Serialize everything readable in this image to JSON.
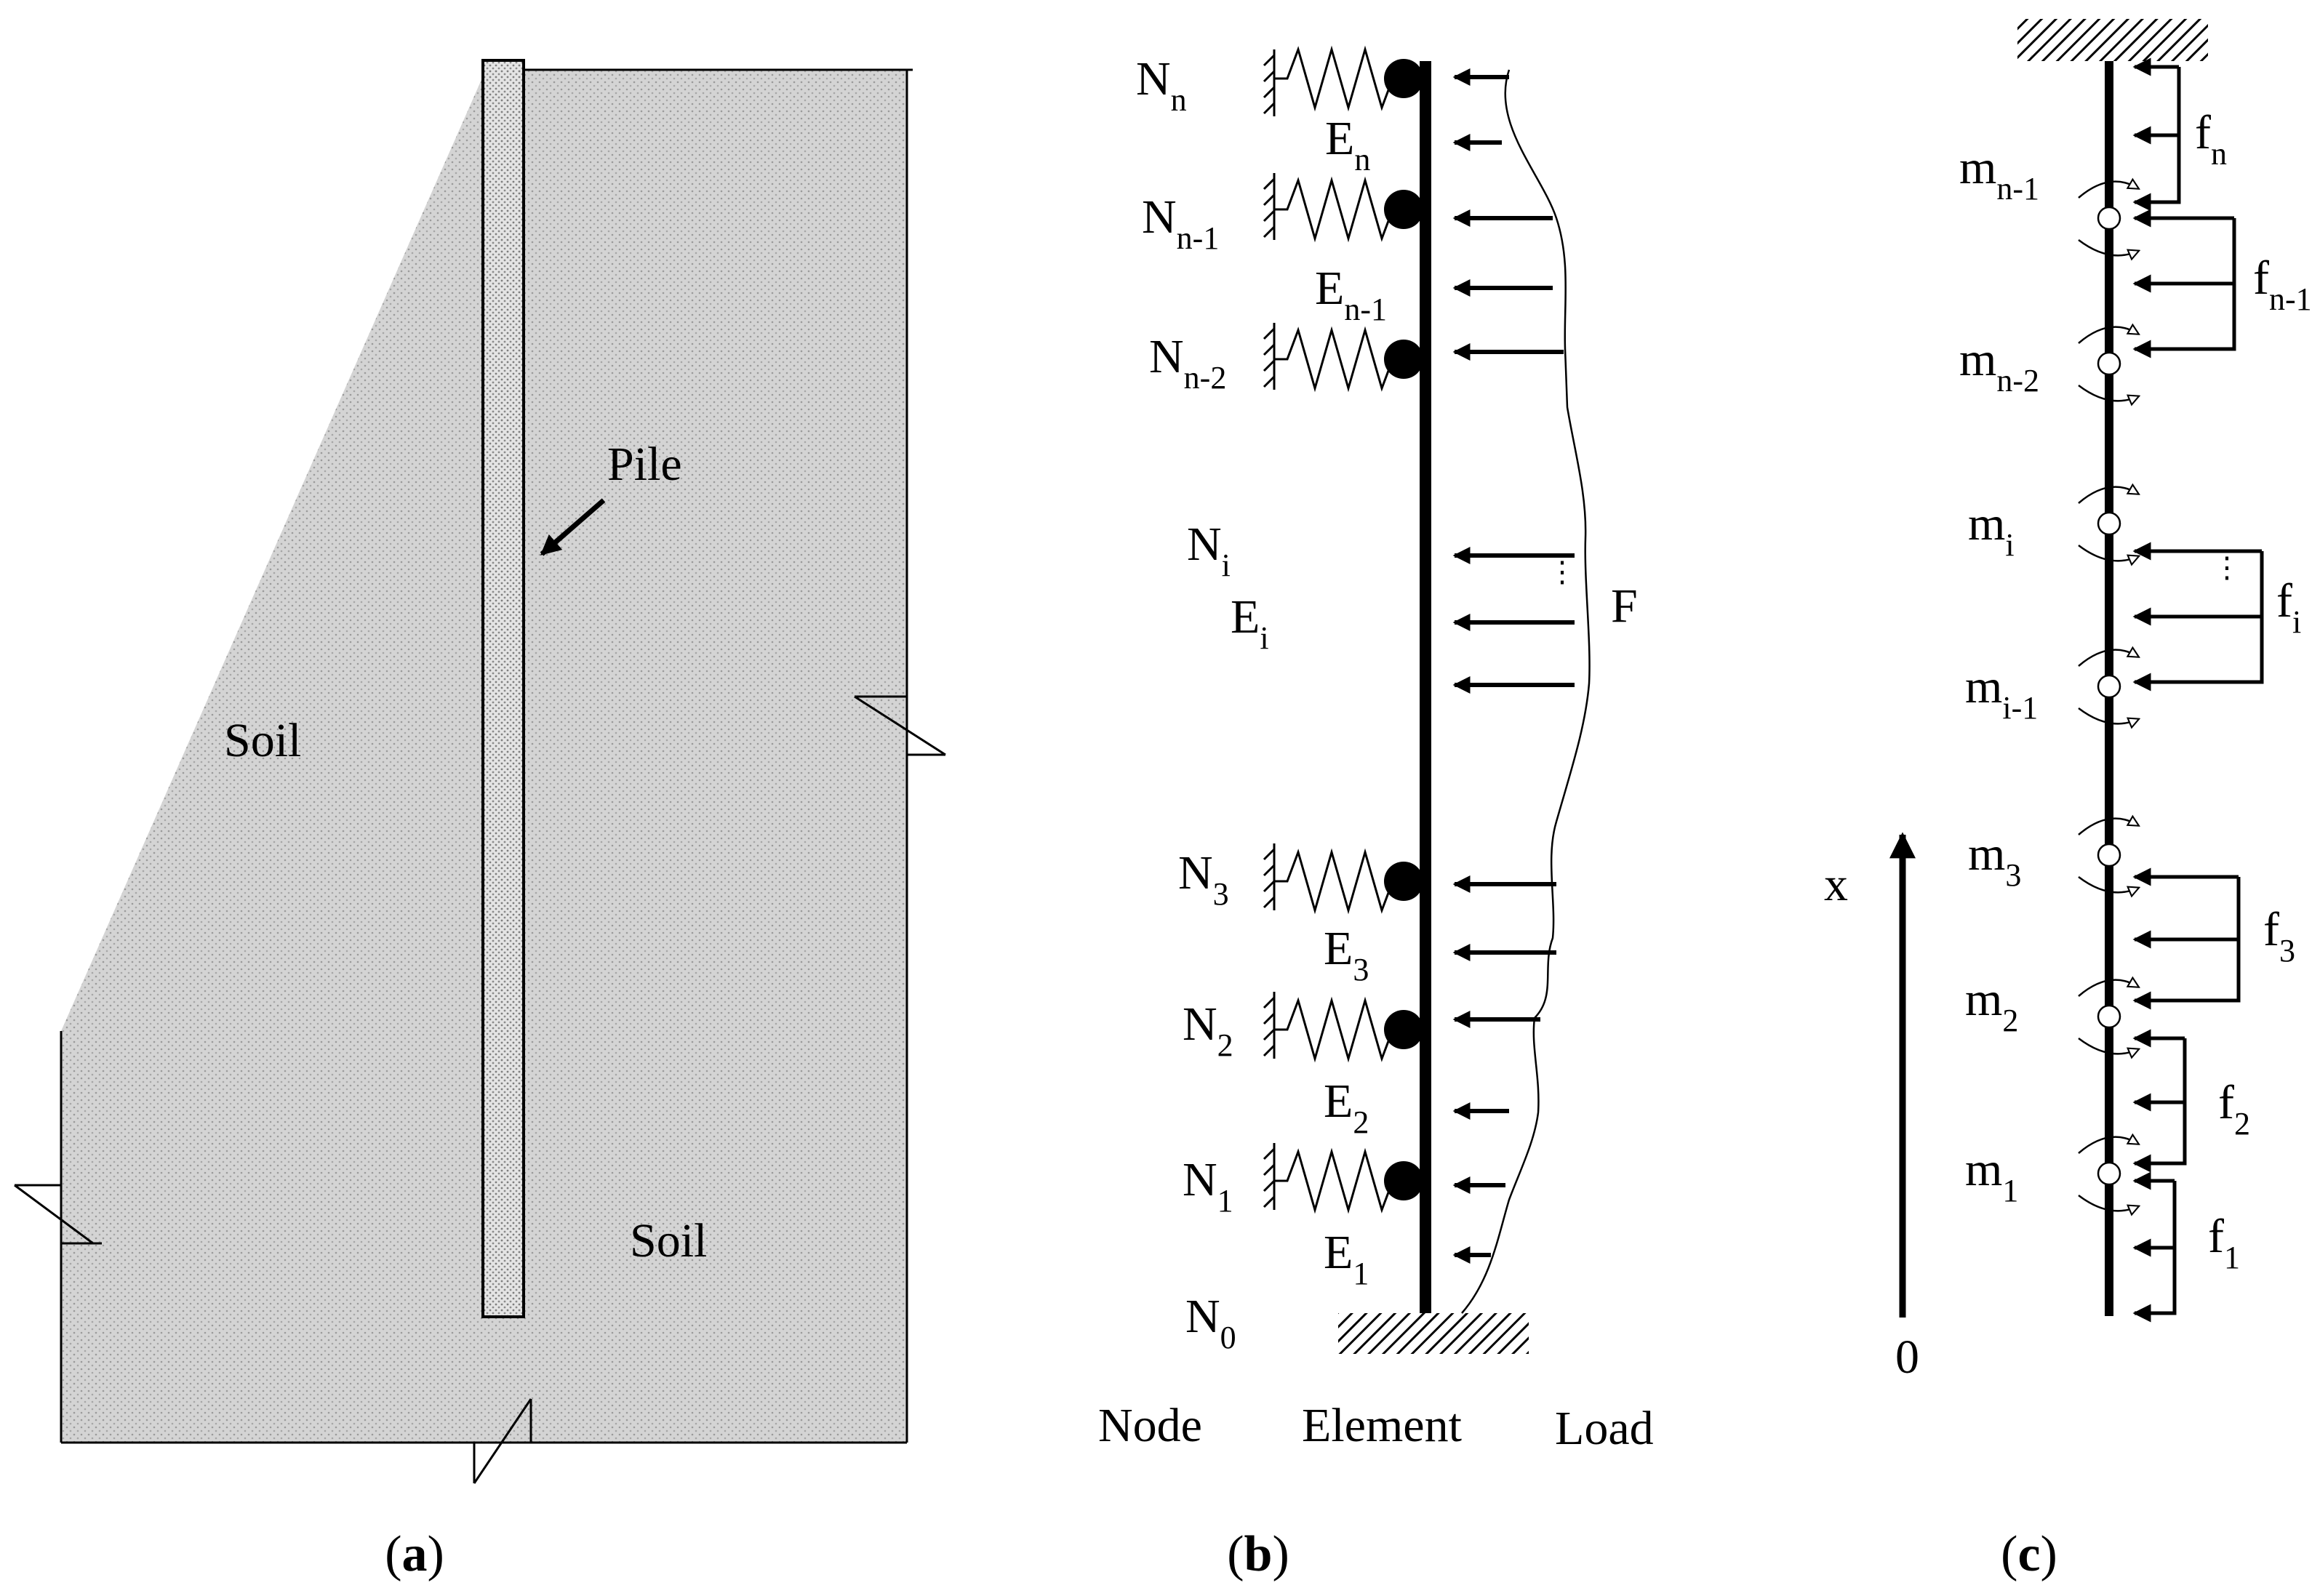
{
  "colors": {
    "ink": "#000000",
    "soil": "#d4d4d4",
    "pile": "#dcdcdc",
    "moment_arrow": "#ffffff",
    "node_circle": "#ffffff"
  },
  "panel_a": {
    "caption": {
      "open": "(",
      "letter": "a",
      "close": ")"
    },
    "pile_label": "Pile",
    "soil_label_left": "Soil",
    "soil_label_right": "Soil"
  },
  "panel_b": {
    "caption": {
      "open": "(",
      "letter": "b",
      "close": ")"
    },
    "nodes": [
      {
        "base": "N",
        "sub": "n"
      },
      {
        "base": "N",
        "sub": "n-1"
      },
      {
        "base": "N",
        "sub": "n-2"
      },
      {
        "base": "N",
        "sub": "i"
      },
      {
        "base": "N",
        "sub": "3"
      },
      {
        "base": "N",
        "sub": "2"
      },
      {
        "base": "N",
        "sub": "1"
      },
      {
        "base": "N",
        "sub": "0"
      }
    ],
    "elements": [
      {
        "base": "E",
        "sub": "n"
      },
      {
        "base": "E",
        "sub": "n-1"
      },
      {
        "base": "E",
        "sub": "i"
      },
      {
        "base": "E",
        "sub": "3"
      },
      {
        "base": "E",
        "sub": "2"
      },
      {
        "base": "E",
        "sub": "1"
      }
    ],
    "load_label": "F",
    "column_headers": [
      "Node",
      "Element",
      "Load"
    ],
    "ellipsis": "⋮"
  },
  "panel_c": {
    "caption": {
      "open": "(",
      "letter": "c",
      "close": ")"
    },
    "masses": [
      {
        "base": "m",
        "sub": "n-1"
      },
      {
        "base": "m",
        "sub": "n-2"
      },
      {
        "base": "m",
        "sub": "i"
      },
      {
        "base": "m",
        "sub": "i-1"
      },
      {
        "base": "m",
        "sub": "3"
      },
      {
        "base": "m",
        "sub": "2"
      },
      {
        "base": "m",
        "sub": "1"
      }
    ],
    "forces": [
      {
        "base": "f",
        "sub": "n"
      },
      {
        "base": "f",
        "sub": "n-1"
      },
      {
        "base": "f",
        "sub": "i"
      },
      {
        "base": "f",
        "sub": "3"
      },
      {
        "base": "f",
        "sub": "2"
      },
      {
        "base": "f",
        "sub": "1"
      }
    ],
    "axis_label": "x",
    "origin_label": "0",
    "ellipsis": "⋮"
  }
}
